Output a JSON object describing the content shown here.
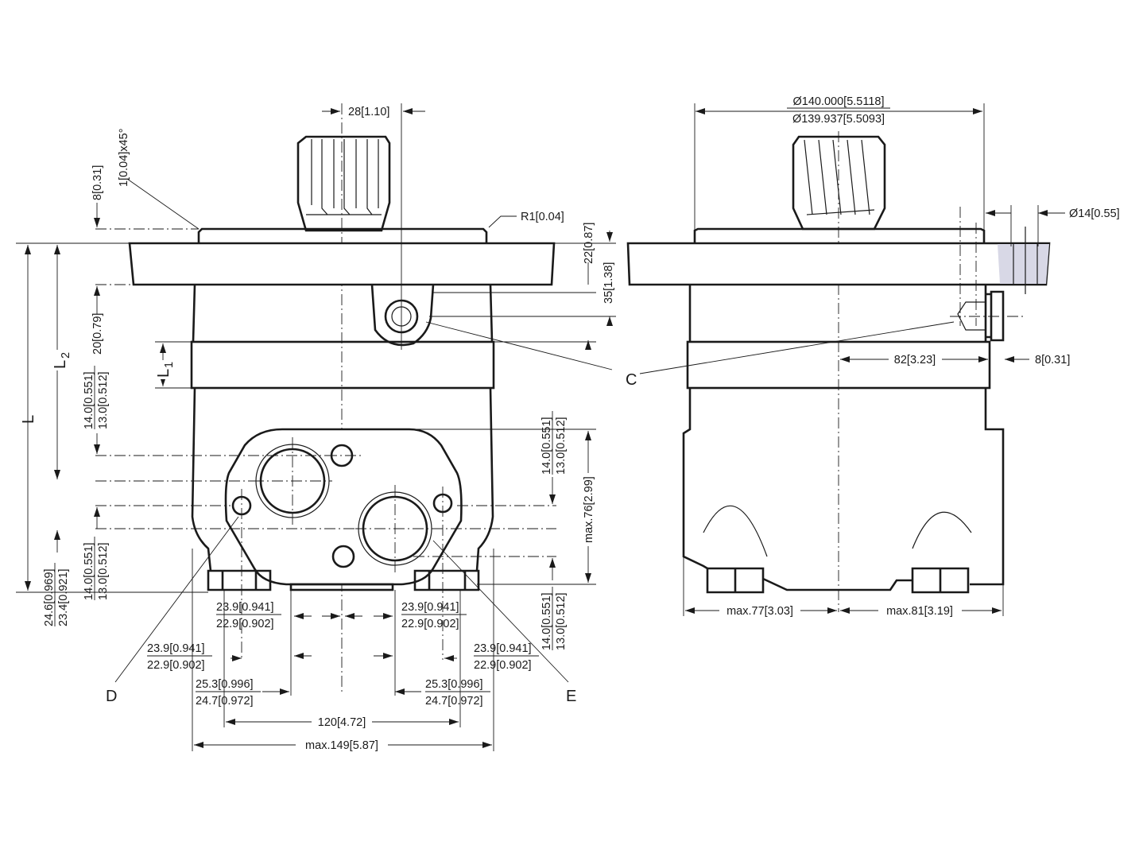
{
  "front_view": {
    "dim_spline_offset": "28[1.10]",
    "chamfer": "1[0.04]x45°",
    "pilot_height": "8[0.31]",
    "radius": "R1[0.04]",
    "flange_height": "22[0.87]",
    "port_c_offset": "35[1.38]",
    "flange_to_band": "20[0.79]",
    "length_l": "L",
    "length_l2": "L",
    "length_l2_sub": "2",
    "length_l1": "L",
    "length_l1_sub": "1",
    "tol_14_13": {
      "upper": "14.0[0.551]",
      "lower": "13.0[0.512]"
    },
    "tol_24_23": {
      "upper": "24.6[0.969]",
      "lower": "23.4[0.921]"
    },
    "max_76": "max.76[2.99]",
    "tol_23_22": {
      "upper": "23.9[0.941]",
      "lower": "22.9[0.902]"
    },
    "tol_25_24": {
      "upper": "25.3[0.996]",
      "lower": "24.7[0.972]"
    },
    "bolt_spacing": "120[4.72]",
    "max_width": "max.149[5.87]",
    "callout_c": "C",
    "callout_d": "D",
    "callout_e": "E"
  },
  "side_view": {
    "pilot_dia_upper": "Ø140.000[5.5118]",
    "pilot_dia_lower": "Ø139.937[5.5093]",
    "hole_dia": "Ø14[0.55]",
    "drain_offset": "82[3.23]",
    "bolt_head": "8[0.31]",
    "max_77": "max.77[3.03]",
    "max_81": "max.81[3.19]"
  }
}
